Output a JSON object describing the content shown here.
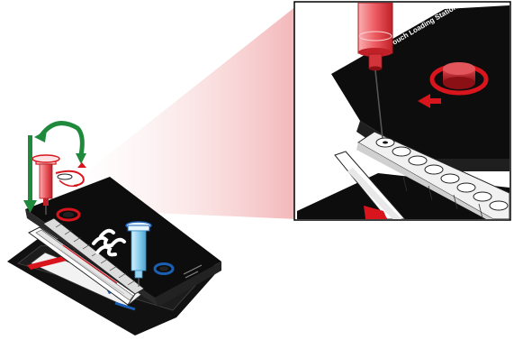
{
  "figure": {
    "inset_label": "Touch Loading Station",
    "colors": {
      "station_body": "#111111",
      "accent_red": "#d8141c",
      "accent_blue": "#1b5fb3",
      "arrow_green": "#1f8a3b",
      "syringe_red": "#e8484e",
      "syringe_blue": "#7fc6ea",
      "zoom_cone": "#f6c9c9"
    },
    "icons": [
      "red-syringe",
      "blue-syringe",
      "green-rotation-arrow",
      "green-down-arrow",
      "red-rotation-arrow",
      "red-arrow",
      "blue-arrow",
      "magnified-inset"
    ]
  }
}
